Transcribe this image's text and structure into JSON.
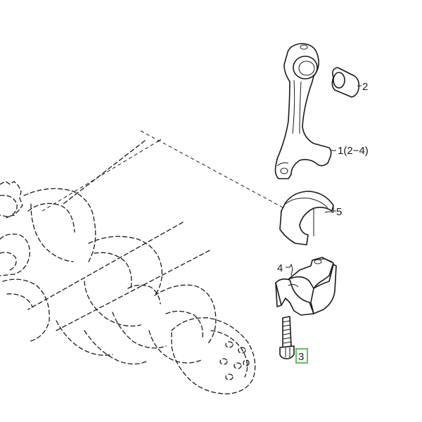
{
  "callouts": {
    "part_2": "2",
    "part_1": "1(2−4)",
    "part_5": "5",
    "part_4": "4",
    "part_3": "3"
  },
  "colors": {
    "line": "#1a1a1a",
    "highlight": "#5cc35c",
    "background": "#ffffff"
  },
  "highlighted_callout": "3"
}
